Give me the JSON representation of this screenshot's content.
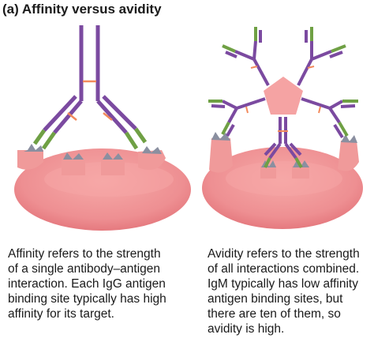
{
  "title": "(a) Affinity versus avidity",
  "captions": {
    "affinity": [
      "Affinity refers to the strength",
      "of a single antibody–antigen",
      "interaction. Each IgG antigen",
      "binding site typically has high",
      "affinity for its target."
    ],
    "avidity": [
      "Avidity refers to the strength",
      "of all interactions combined.",
      "IgM typically has low affinity",
      "antigen binding sites, but",
      "there are ten of them, so",
      "avidity is high."
    ]
  },
  "colors": {
    "heavy_chain": "#7b4aa0",
    "light_chain": "#7b4aa0",
    "binding_tip": "#6fa044",
    "disulfide_bond": "#f28a5c",
    "antigen_cell": "#f29a9a",
    "antigen_cell_dark": "#e26c72",
    "epitope": "#8a8fa0",
    "pentamer_core": "#f5a3a3"
  }
}
